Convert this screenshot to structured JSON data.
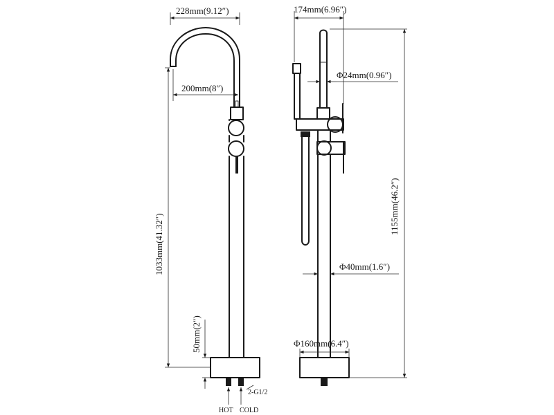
{
  "dimensions": {
    "spout_reach": "228mm(9.12″)",
    "outlet_offset": "200mm(8″)",
    "height_front": "1033mm(41.32″)",
    "base_height": "50mm(2″)",
    "connection": "2-G1/2",
    "hot": "HOT",
    "cold": "COLD",
    "side_depth": "174mm(6.96″)",
    "spout_diameter": "Φ24mm(0.96″)",
    "total_height": "1155mm(46.2″)",
    "pipe_diameter": "Φ40mm(1.6″)",
    "base_diameter": "Φ160mm(6.4″)"
  }
}
